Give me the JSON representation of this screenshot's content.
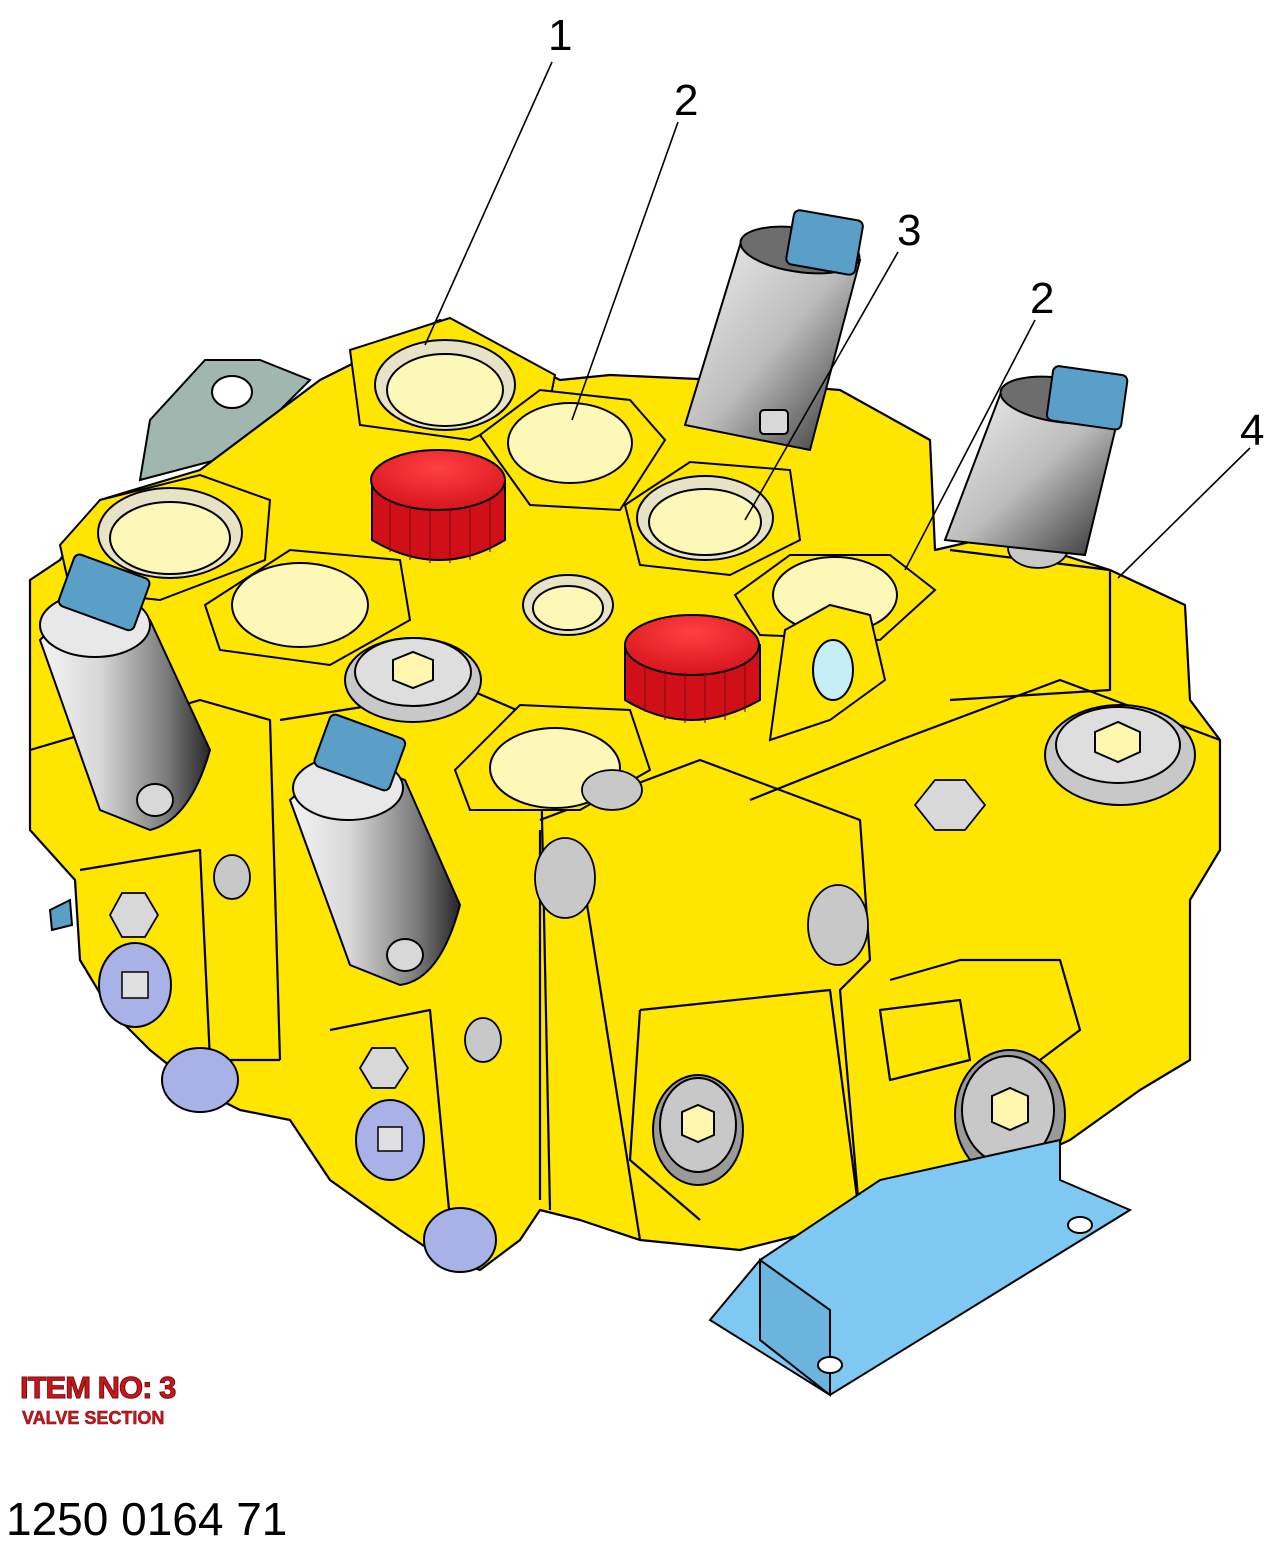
{
  "callouts": [
    {
      "label": "1"
    },
    {
      "label": "2"
    },
    {
      "label": "3"
    },
    {
      "label": "2"
    },
    {
      "label": "4"
    }
  ],
  "item": {
    "title": "ITEM NO: 3",
    "subtitle": "VALVE SECTION"
  },
  "drawing_number": "1250 0164 71",
  "colors": {
    "body": "#ffe600",
    "port": "#fdf8b8",
    "plug_red": "#ee1c25",
    "bracket": "#7ec8f2",
    "connector": "#5a9fc8",
    "gray_plug": "#b8b8b8",
    "text_red": "#c8161d"
  },
  "icons": [
    "solenoid-icon",
    "port-icon",
    "plug-icon",
    "bolt-icon",
    "bracket-icon"
  ]
}
